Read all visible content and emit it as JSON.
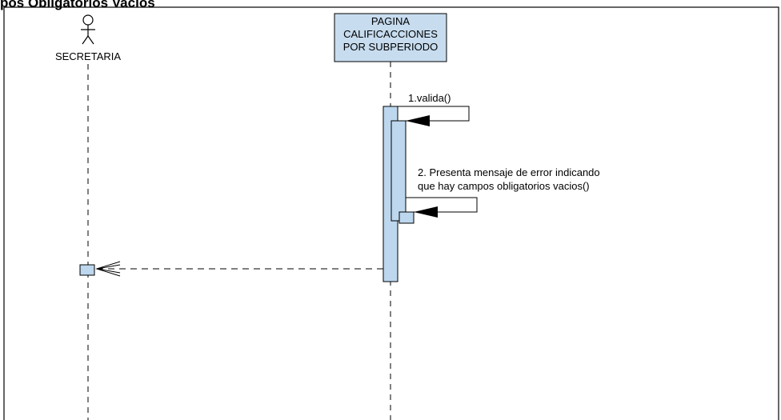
{
  "diagram_title": "pos Obligatorios Vacios",
  "actor": {
    "name": "SECRETARIA"
  },
  "lifeline_object": {
    "lines": [
      "PAGINA",
      "CALIFICACCIONES",
      "POR SUBPERIODO"
    ]
  },
  "messages": [
    {
      "label": "1.valida()"
    },
    {
      "lines": [
        "2. Presenta mensaje de error indicando",
        "que hay campos obligatorios vacios()"
      ]
    }
  ],
  "colors": {
    "box_fill": "#c7dcef",
    "activation_fill": "#bdd7ee",
    "stroke": "#000000",
    "frame": "#000000"
  }
}
